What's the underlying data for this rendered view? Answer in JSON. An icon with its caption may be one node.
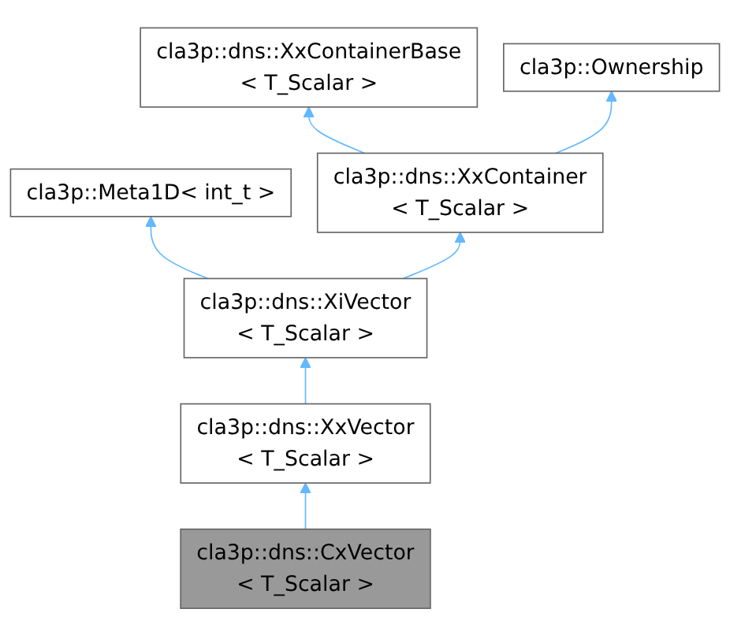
{
  "diagram": {
    "nodes": [
      {
        "text": [
          "cla3p::dns::XxContainerBase < T_Scalar >"
        ]
      },
      {
        "text": [
          "cla3p::Ownership"
        ]
      },
      {
        "text": [
          "cla3p::Meta1D< int_t >"
        ]
      },
      {
        "text": [
          "cla3p::dns::XxContainer < T_Scalar >"
        ]
      },
      {
        "text": [
          "cla3p::dns::XiVector < T_Scalar >"
        ]
      },
      {
        "text": [
          "cla3p::dns::XxVector < T_Scalar >"
        ]
      },
      {
        "text": [
          "cla3p::dns::CxVector < T_Scalar >"
        ]
      }
    ],
    "edges": [
      {
        "from": 3,
        "to": 0,
        "arrow": "to"
      },
      {
        "from": 3,
        "to": 1,
        "arrow": "to"
      },
      {
        "from": 4,
        "to": 2,
        "arrow": "to"
      },
      {
        "from": 4,
        "to": 3,
        "arrow": "to"
      },
      {
        "from": 5,
        "to": 4,
        "arrow": "to"
      },
      {
        "from": 6,
        "to": 5,
        "arrow": "to"
      }
    ]
  }
}
